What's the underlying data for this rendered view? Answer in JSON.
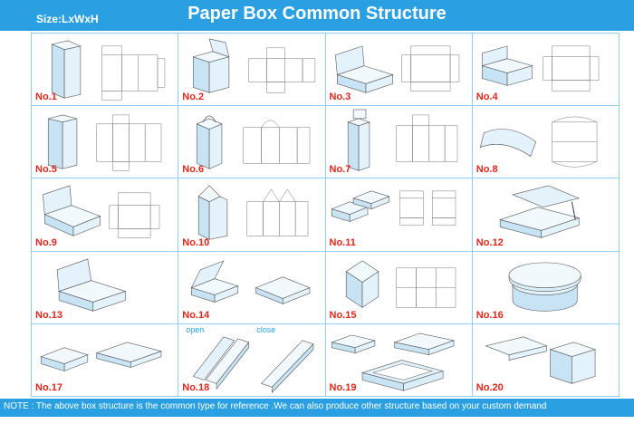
{
  "header": {
    "size_label": "Size:LxWxH",
    "title": "Paper Box Common Structure"
  },
  "items": [
    {
      "label": "No.1"
    },
    {
      "label": "No.2"
    },
    {
      "label": "No.3"
    },
    {
      "label": "No.4"
    },
    {
      "label": "No.5"
    },
    {
      "label": "No.6"
    },
    {
      "label": "No.7"
    },
    {
      "label": "No.8"
    },
    {
      "label": "No.9"
    },
    {
      "label": "No.10"
    },
    {
      "label": "No.11"
    },
    {
      "label": "No.12"
    },
    {
      "label": "No.13"
    },
    {
      "label": "No.14"
    },
    {
      "label": "No.15"
    },
    {
      "label": "No.16"
    },
    {
      "label": "No.17"
    },
    {
      "label": "No.18"
    },
    {
      "label": "No.19"
    },
    {
      "label": "No.20"
    }
  ],
  "no18": {
    "open": "open",
    "close": "close"
  },
  "footer": {
    "note": "NOTE : The above box structure is the common type for reference .We can also produce  other structure based on your custom demand"
  },
  "colors": {
    "accent": "#2aa0e3",
    "number": "#e0261b",
    "box_face": "#dbeef8",
    "line": "#555555"
  }
}
